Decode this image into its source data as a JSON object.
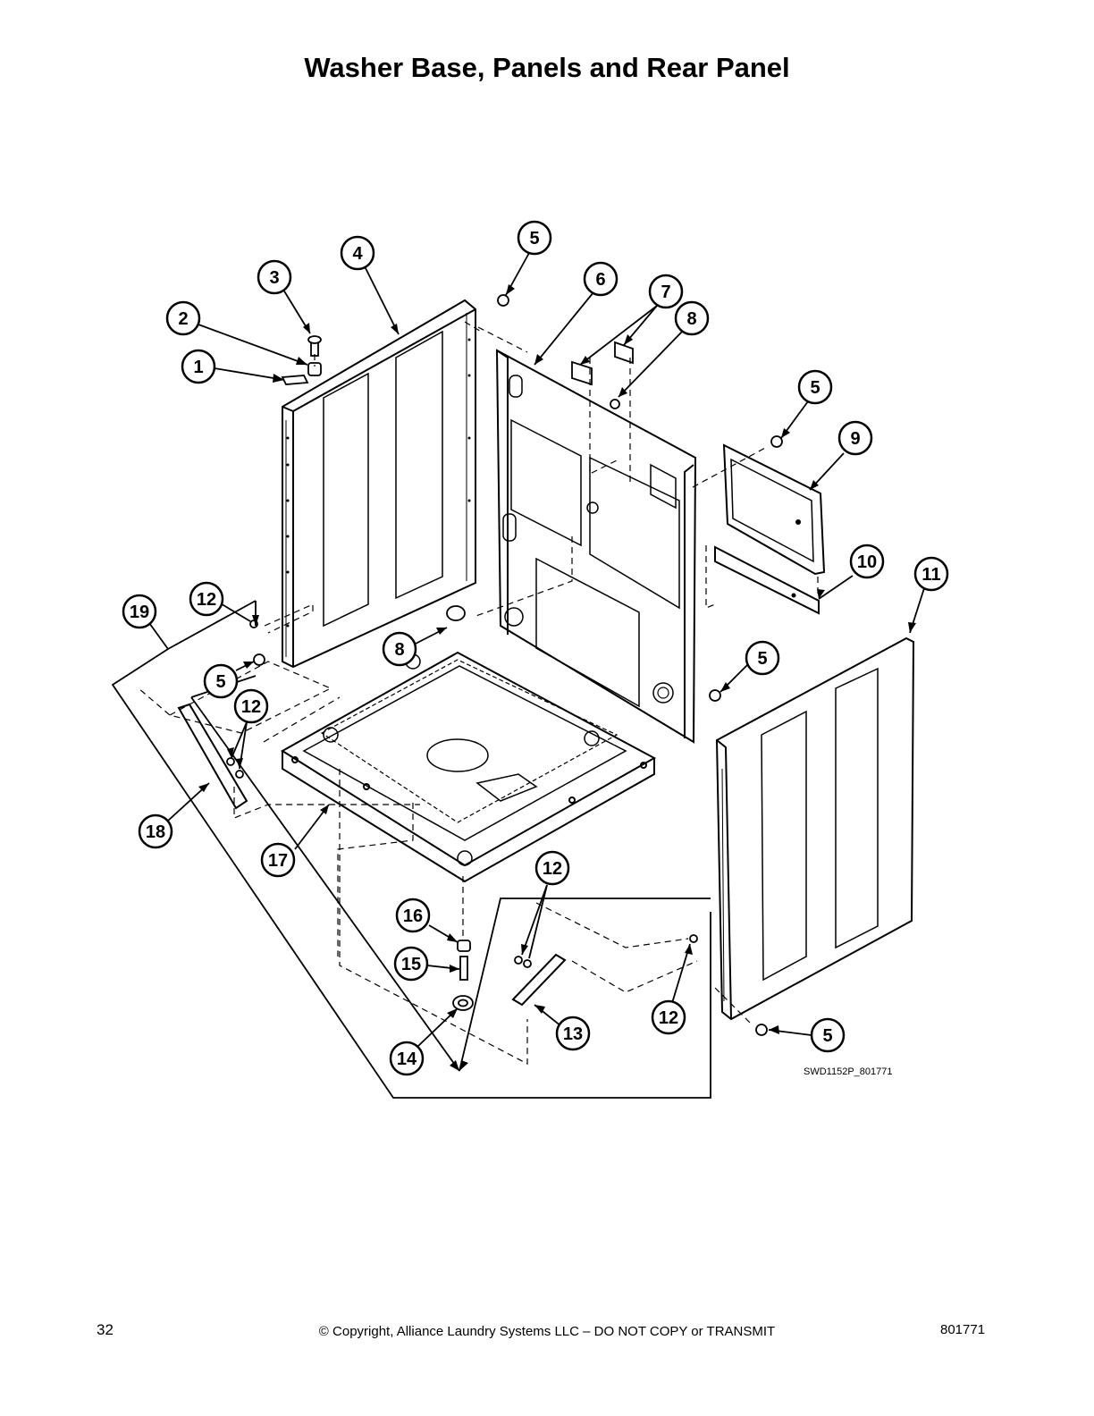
{
  "title": "Washer Base, Panels and Rear Panel",
  "drawing_id": "SWD1152P_801771",
  "callouts": [
    {
      "label": "1"
    },
    {
      "label": "2"
    },
    {
      "label": "3"
    },
    {
      "label": "4"
    },
    {
      "label": "5"
    },
    {
      "label": "6"
    },
    {
      "label": "7"
    },
    {
      "label": "8"
    },
    {
      "label": "5"
    },
    {
      "label": "9"
    },
    {
      "label": "10"
    },
    {
      "label": "11"
    },
    {
      "label": "19"
    },
    {
      "label": "12"
    },
    {
      "label": "8"
    },
    {
      "label": "5"
    },
    {
      "label": "12"
    },
    {
      "label": "5"
    },
    {
      "label": "18"
    },
    {
      "label": "17"
    },
    {
      "label": "12"
    },
    {
      "label": "16"
    },
    {
      "label": "15"
    },
    {
      "label": "14"
    },
    {
      "label": "13"
    },
    {
      "label": "12"
    },
    {
      "label": "5"
    }
  ],
  "footer": {
    "page_number": "32",
    "copyright": "© Copyright, Alliance Laundry Systems LLC – DO NOT COPY or TRANSMIT",
    "doc_number": "801771"
  }
}
